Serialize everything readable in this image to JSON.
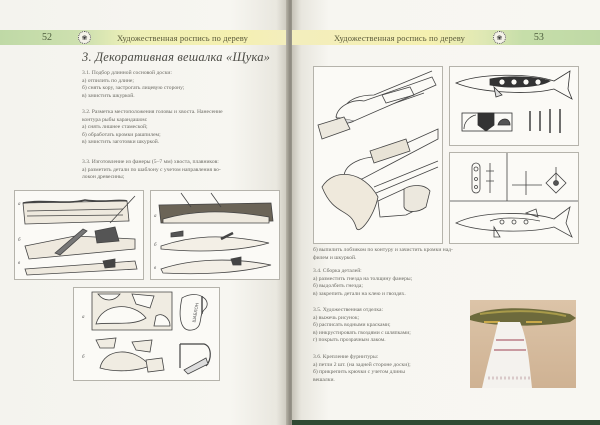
{
  "left_page": {
    "header": {
      "page_number": "52",
      "running_title": "Художественная роспись по дереву",
      "emblem_icon": "decorative-emblem"
    },
    "chapter_title": "3. Декоративная вешалка «Щука»",
    "sections": [
      {
        "lines": [
          "3.1. Подбор длинной сосновой доски:",
          "а) отпилить по длине;",
          "б) снять кору, застрогать лицевую сторону;",
          "в) зачистить шкуркой."
        ]
      },
      {
        "lines": [
          "3.2. Разметка местоположения головы и хвоста. Нанесение",
          "контура рыбы карандашом:",
          "а) снять лишнее стамеской;",
          "б) обработать кромки рашпилем;",
          "в) зачистить заготовки шкуркой."
        ]
      },
      {
        "lines": [
          "3.3. Изготовление из фанеры (5–7 мм) хвоста, плавников:",
          "а) разметить детали по шаблону с учетом направления во-",
          "локон древесины;"
        ]
      }
    ],
    "figures": [
      {
        "name": "board-planing-figure",
        "labels": [
          "а",
          "б",
          "в"
        ]
      },
      {
        "name": "fish-carving-figure",
        "labels": [
          "а",
          "б",
          "в"
        ]
      },
      {
        "name": "plywood-cutting-figure",
        "labels": [
          "а",
          "б"
        ],
        "template_label": "ШАБЛОН"
      }
    ]
  },
  "right_page": {
    "header": {
      "page_number": "53",
      "running_title": "Художественная роспись по дереву",
      "emblem_icon": "decorative-emblem"
    },
    "sections": [
      {
        "lines": [
          "б) выпилить лобзиком по контуру и зачистить кромки над-",
          "филем и шкуркой."
        ]
      },
      {
        "lines": [
          "3.4. Сборка деталей:",
          "а) разместить гнезда на толщину фанеры;",
          "б) выдолбить гнезда;",
          "в) закрепить детали на клею и гвоздях."
        ]
      },
      {
        "lines": [
          "3.5. Художественная отделка:",
          "а) выжечь рисунок;",
          "б) расписать водными красками;",
          "в) инкрустировать гвоздями с шляпками;",
          "г) покрыть прозрачным лаком."
        ]
      },
      {
        "lines": [
          "3.6. Крепление фурнитуры:",
          "а) петли 2 шт. (на задней стороне доски);",
          "б) прикрепить крючки с учетом длины",
          "вешалки."
        ]
      }
    ],
    "figures": [
      {
        "name": "assembly-figure"
      },
      {
        "name": "painted-pike-and-tools-figure"
      },
      {
        "name": "hardware-and-pike-figure"
      },
      {
        "name": "finished-hanger-photo"
      }
    ]
  },
  "colors": {
    "header_green": "#bfd9a6",
    "header_yellow": "#f5f0b0",
    "paper": "#f7f6f1",
    "text": "#6a6962",
    "title": "#4a4a44"
  }
}
